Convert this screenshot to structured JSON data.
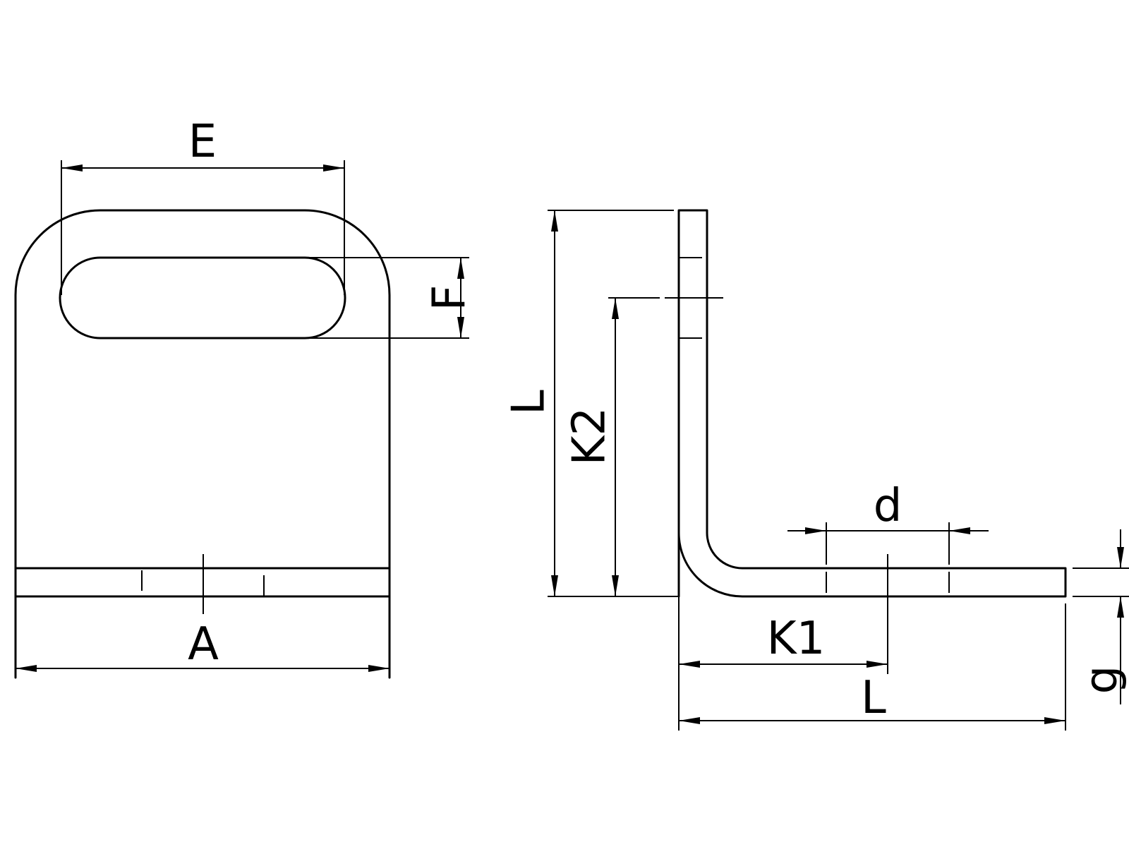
{
  "labels": {
    "E": "E",
    "F": "F",
    "A": "A",
    "L_vertical": "L",
    "K2": "K2",
    "d": "d",
    "K1": "K1",
    "L_horizontal": "L",
    "g": "g"
  }
}
